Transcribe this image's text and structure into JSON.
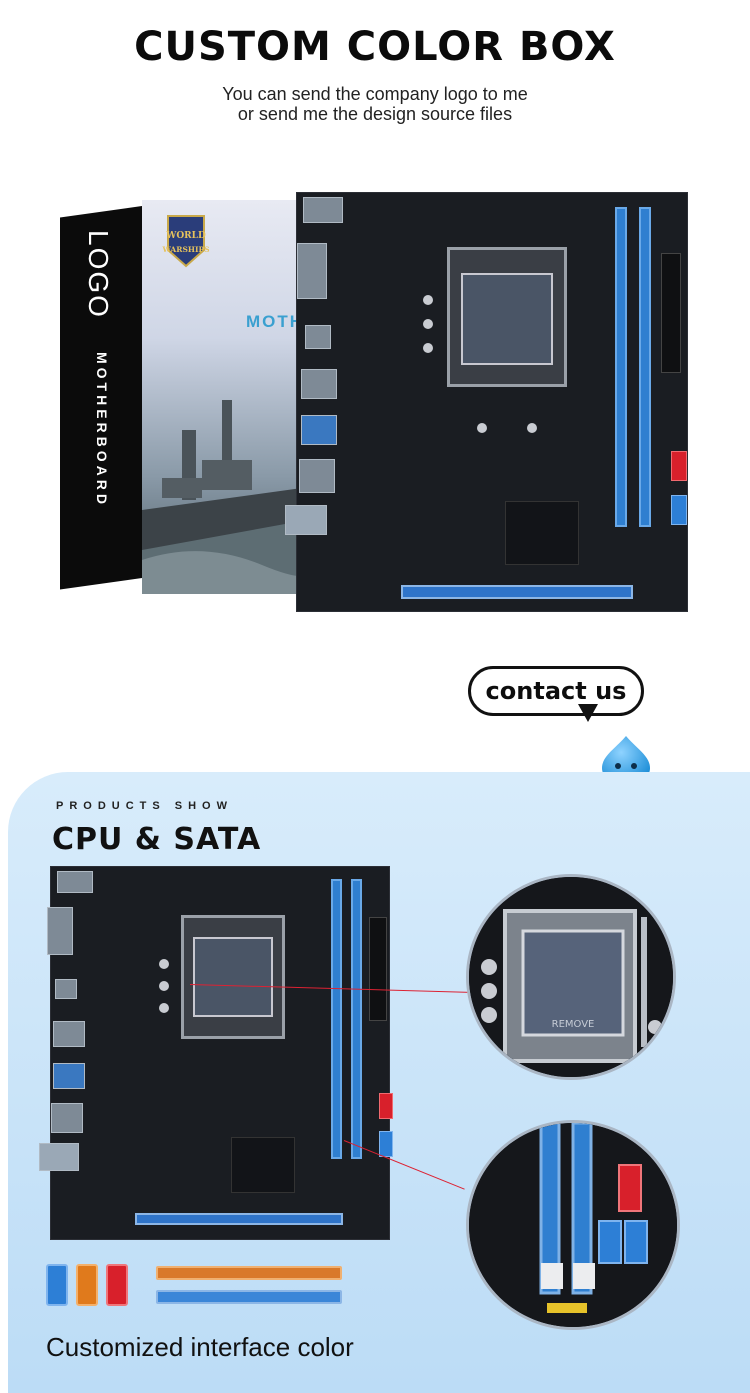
{
  "header": {
    "title": "CUSTOM COLOR BOX",
    "subtitle_line1": "You can send the company logo to me",
    "subtitle_line2": "or send me the design source files"
  },
  "box": {
    "logo_text": "LOGO",
    "side_text": "MOTHERBOARD",
    "brand_line1": "WORLD",
    "brand_line2": "WARSHIPS",
    "moth_text": "MOTH"
  },
  "contact": {
    "label": "contact us"
  },
  "products": {
    "section_label": "PRODUCTS SHOW",
    "heading": "CPU & SATA",
    "caption": "Customized interface color"
  },
  "colors": {
    "dimm_blue": "#2f7fd0",
    "sata_red": "#d8202b",
    "sata_blue": "#2d7fd6",
    "sata_orange": "#e07a1c",
    "pcie_orange": "#d9792a",
    "pcie_blue": "#3b86d8",
    "panel_bg": "#d8ecfb"
  },
  "socket_text": "REMOVE"
}
